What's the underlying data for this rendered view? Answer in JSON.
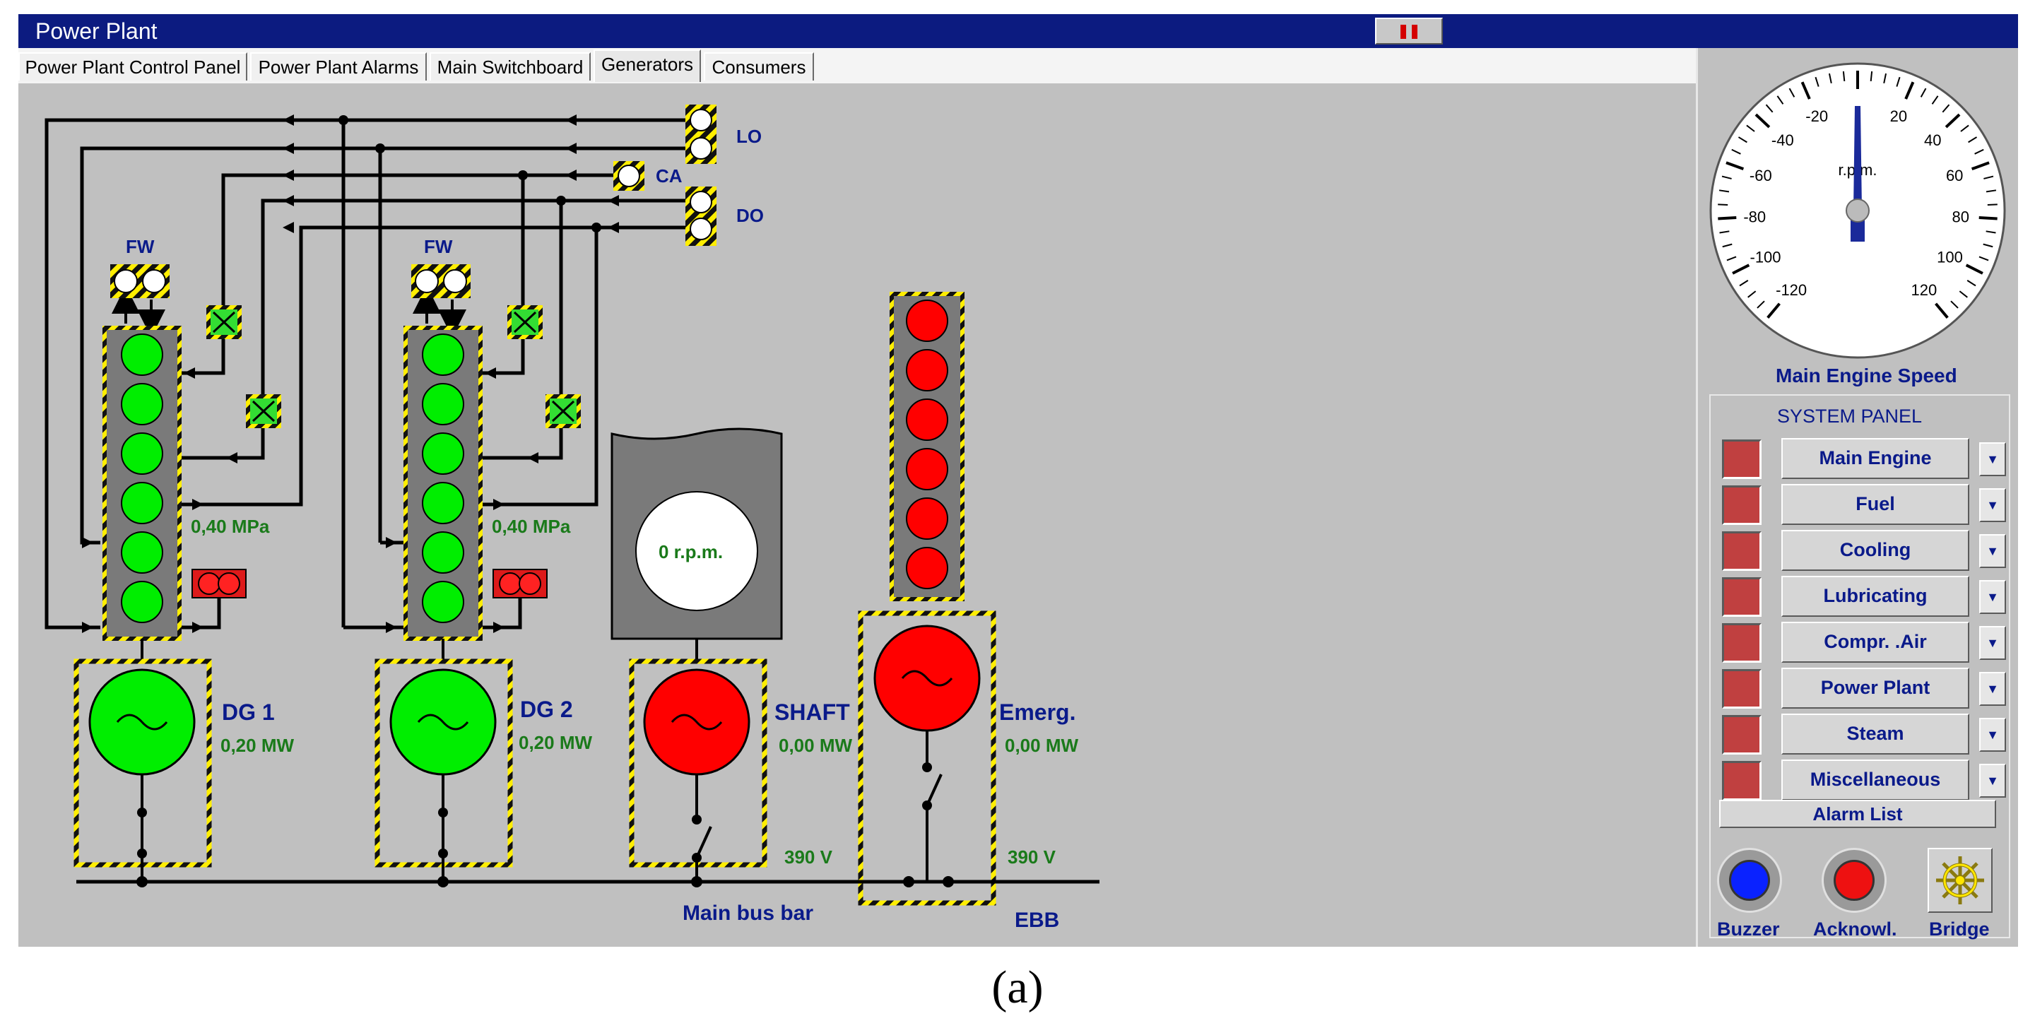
{
  "window": {
    "title": "Power Plant"
  },
  "tabs": [
    {
      "label": "Power Plant Control Panel",
      "active": false
    },
    {
      "label": "Power Plant Alarms",
      "active": false
    },
    {
      "label": "Main Switchboard",
      "active": false
    },
    {
      "label": "Generators",
      "active": true
    },
    {
      "label": "Consumers",
      "active": false
    }
  ],
  "schematic": {
    "oil_labels": {
      "lo": "LO",
      "ca": "CA",
      "do": "DO"
    },
    "dg1": {
      "fw_label": "FW",
      "pressure": "0,40 MPa",
      "name": "DG 1",
      "power": "0,20 MW"
    },
    "dg2": {
      "fw_label": "FW",
      "pressure": "0,40 MPa",
      "name": "DG 2",
      "power": "0,20 MW"
    },
    "shaft": {
      "rpm": "0 r.p.m.",
      "name": "SHAFT",
      "power": "0,00 MW",
      "voltage": "390 V"
    },
    "emerg": {
      "name": "Emerg.",
      "power": "0,00 MW",
      "voltage": "390 V"
    },
    "bus_label": "Main bus bar",
    "ebb_label": "EBB"
  },
  "gauge": {
    "title": "Main Engine Speed",
    "unit": "r.p.m.",
    "ticks": [
      "-120",
      "-100",
      "-80",
      "-60",
      "-40",
      "-20",
      "20",
      "40",
      "60",
      "80",
      "100",
      "120"
    ],
    "value": 0
  },
  "system_panel": {
    "title": "SYSTEM PANEL",
    "buttons": [
      "Main Engine",
      "Fuel",
      "Cooling",
      "Lubricating",
      "Compr. .Air",
      "Power Plant",
      "Steam",
      "Miscellaneous"
    ],
    "alarm_list": "Alarm List",
    "controls": [
      "Buzzer",
      "Acknowl.",
      "Bridge"
    ]
  },
  "colors": {
    "running": "#00ee00",
    "stopped": "#ff0000",
    "title_bar": "#0c1b80",
    "label_blue": "#0a1a8a",
    "value_green": "#1a7a1a"
  },
  "caption": "(a)"
}
